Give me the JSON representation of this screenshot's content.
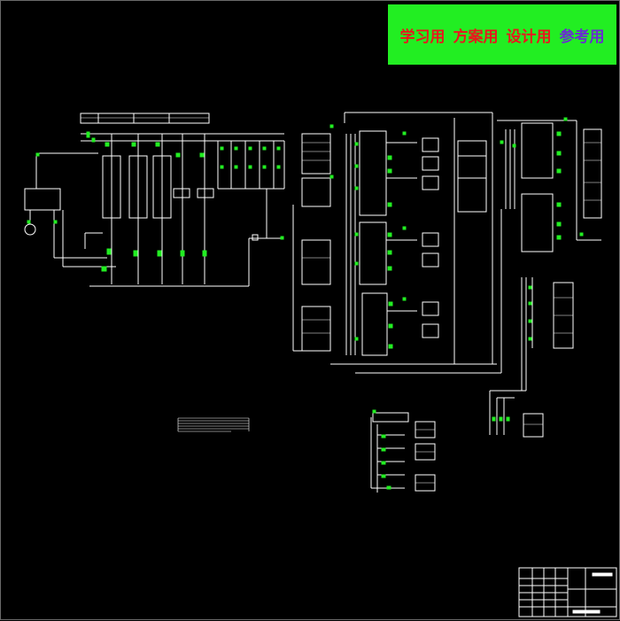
{
  "banner": {
    "words": [
      "学习用",
      "方案用",
      "设计用",
      "参考用"
    ],
    "background": "#22ee22",
    "word_color": "#e8181d",
    "last_word_color": "#6a2bd3"
  },
  "drawing": {
    "background": "#000000",
    "line_color": "#ffffff",
    "symbol_color": "#22ee22"
  }
}
